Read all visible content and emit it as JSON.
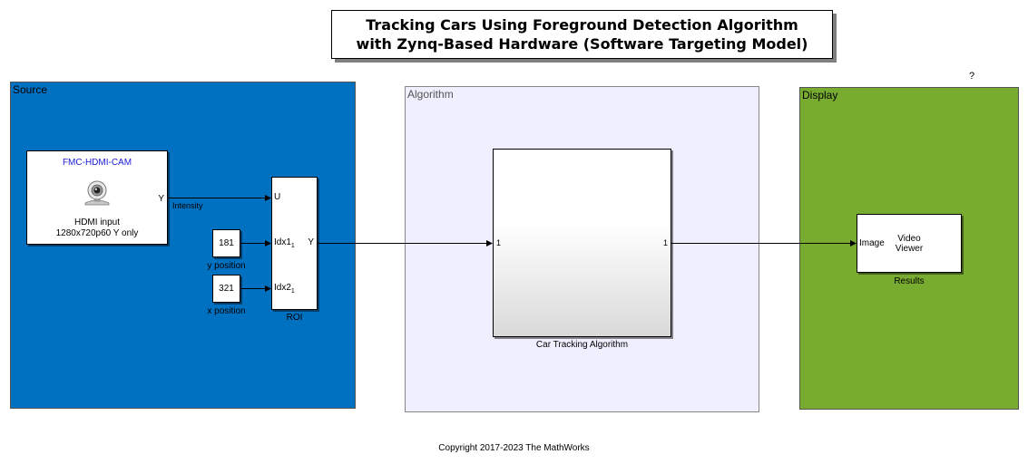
{
  "title": {
    "line1": "Tracking Cars Using Foreground Detection Algorithm",
    "line2": "with Zynq-Based Hardware (Software Targeting Model)"
  },
  "help_label": "?",
  "areas": {
    "source": "Source",
    "algorithm": "Algorithm",
    "display": "Display"
  },
  "camera_block": {
    "name": "FMC-HDMI-CAM",
    "line1": "HDMI input",
    "line2": "1280x720p60 Y only",
    "output_port": "Y"
  },
  "signal_label": "Intensity",
  "roi_block": {
    "ports_in": [
      "U",
      "Idx1",
      "Idx2"
    ],
    "port_subscript": "1",
    "output_port": "Y",
    "caption": "ROI"
  },
  "constants": {
    "y": {
      "value": "181",
      "caption": "y position"
    },
    "x": {
      "value": "321",
      "caption": "x position"
    }
  },
  "algorithm_block": {
    "in_port": "1",
    "out_port": "1",
    "caption": "Car Tracking Algorithm"
  },
  "viewer_block": {
    "in_port": "Image",
    "line1": "Video",
    "line2": "Viewer",
    "caption": "Results"
  },
  "copyright": "Copyright 2017-2023 The MathWorks",
  "colors": {
    "source_area": "#0070c0",
    "algorithm_area": "#f0efff",
    "display_area": "#78ac30",
    "block_name_blue": "#1a1ad6"
  }
}
